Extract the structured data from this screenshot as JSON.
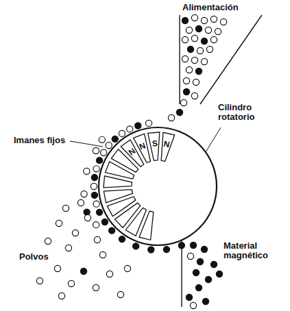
{
  "diagram": {
    "labels": [
      "Alimentación",
      "Cilindro rotatorio",
      "Imanes fijos",
      "N",
      "N",
      "S",
      "N",
      "Polvos",
      "Material magnético"
    ]
  }
}
